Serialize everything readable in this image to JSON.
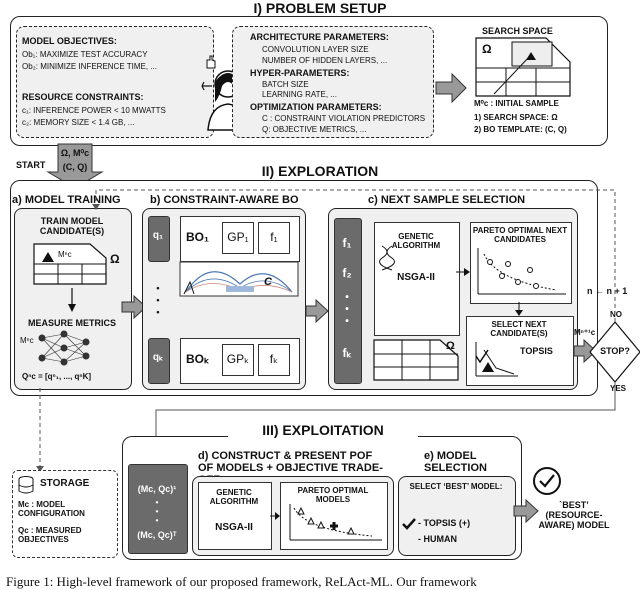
{
  "problem_setup": {
    "title": "I) PROBLEM SETUP",
    "model_objectives": {
      "heading": "MODEL OBJECTIVES:",
      "items": [
        "Ob₁: MAXIMIZE TEST ACCURACY",
        "Ob₂: MINIMIZE INFERENCE TIME, ..."
      ]
    },
    "resource_constraints": {
      "heading": "RESOURCE CONSTRAINTS:",
      "items": [
        "c₁: INFERENCE POWER < 10 MWATTS",
        "c₂: MEMORY SIZE < 1.4 GB, ..."
      ]
    },
    "architecture": {
      "heading": "ARCHITECTURE PARAMETERS:",
      "items": [
        "CONVOLUTION LAYER SIZE",
        "NUMBER OF HIDDEN LAYERS, ..."
      ]
    },
    "hyper": {
      "heading": "HYPER-PARAMETERS:",
      "items": [
        "BATCH SIZE",
        "LEARNING RATE, ..."
      ]
    },
    "optimization": {
      "heading": "OPTIMIZATION PARAMETERS:",
      "items": [
        "C : CONSTRAINT VIOLATION PREDICTORS",
        "Q: OBJECTIVE METRICS, ..."
      ]
    },
    "search_space": {
      "heading": "SEARCH SPACE",
      "omega": "Ω",
      "initial": "M⁰c : INITIAL SAMPLE",
      "list": [
        "1) SEARCH SPACE: Ω",
        "2) BO TEMPLATE: (C, Q)"
      ]
    }
  },
  "start": {
    "label": "START",
    "arrow_text1": "Ω, M⁰c",
    "arrow_text2": "(C, Q)"
  },
  "exploration": {
    "title": "II) EXPLORATION",
    "model_training": {
      "title": "a) MODEL TRAINING",
      "train": "TRAIN MODEL CANDIDATE(S)",
      "mc": "Mⁿc",
      "omega": "Ω",
      "measure": "MEASURE METRICS",
      "mcn": "Mⁿc",
      "q": "Qⁿc = [qⁿ₁, ..., qⁿK]"
    },
    "bo": {
      "title": "b) CONSTRAINT-AWARE BO",
      "q1": "q₁",
      "qk": "qₖ",
      "bo1": "BO₁",
      "gp1": "GP₁",
      "f1": "f₁",
      "bok": "BOₖ",
      "gpk": "GPₖ",
      "fk": "fₖ",
      "c": "C",
      "dots": "•\n•\n•"
    },
    "next": {
      "title": "c) NEXT SAMPLE SELECTION",
      "f1": "f₁",
      "f2": "f₂",
      "fk": "fₖ",
      "ga": "GENETIC ALGORITHM",
      "nsga": "NSGA-II",
      "pareto": "PARETO OPTIMAL NEXT CANDIDATES",
      "select": "SELECT NEXT CANDIDATE(S)",
      "topsis": "TOPSIS",
      "omega": "Ω",
      "mnext": "Mⁿ⁺¹c"
    },
    "stop": "STOP?",
    "no": "NO",
    "yes": "YES",
    "increment": "n ← n + 1"
  },
  "exploitation": {
    "title": "III) EXPLOITATION",
    "storage": {
      "heading": "STORAGE",
      "mc": "Mc : MODEL CONFIGURATION",
      "qc": "Qc : MEASURED OBJECTIVES"
    },
    "pairs": {
      "first": "(Mc, Qc)¹",
      "last": "(Mc, Qc)ᵀ"
    },
    "construct": {
      "title": "d) CONSTRUCT & PRESENT POF OF MODELS + OBJECTIVE TRADE-OFF",
      "ga": "GENETIC ALGORITHM",
      "nsga": "NSGA-II",
      "pareto": "PARETO OPTIMAL MODELS"
    },
    "selection": {
      "title": "e) MODEL SELECTION",
      "select": "SELECT ‘BEST’ MODEL:",
      "topsis": "- TOPSIS (+)",
      "human": "- HUMAN"
    },
    "best": "`BEST’ (RESOURCE-AWARE) MODEL"
  },
  "caption": "Figure 1:  High-level framework of our proposed framework, ReLAct-ML. Our framework"
}
